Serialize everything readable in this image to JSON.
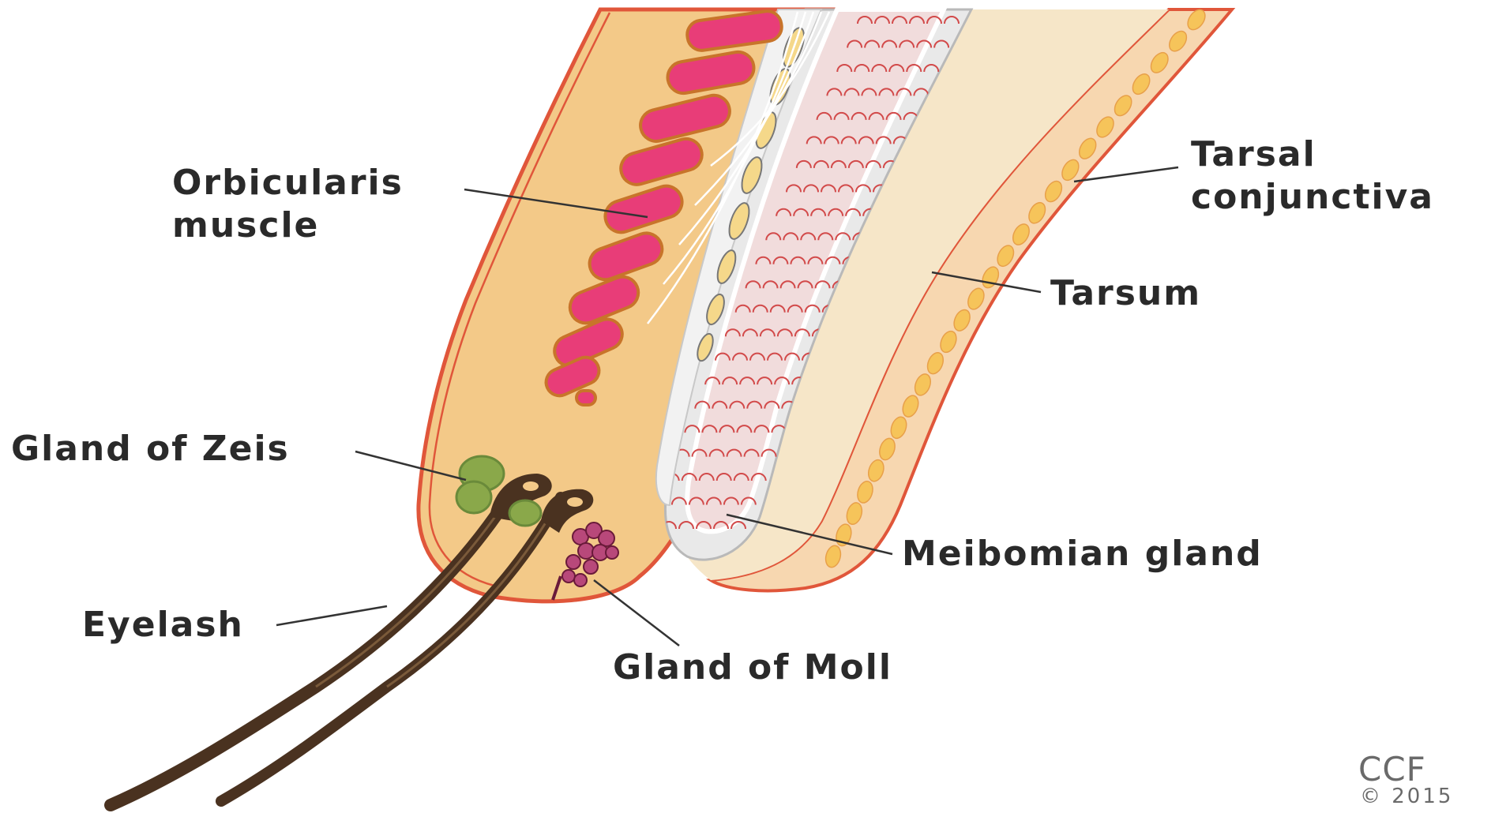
{
  "labels": {
    "orbicularis_line1": "Orbicularis",
    "orbicularis_line2": "muscle",
    "tarsal_line1": "Tarsal",
    "tarsal_line2": "conjunctiva",
    "tarsum": "Tarsum",
    "gland_of_zeis": "Gland of Zeis",
    "meibomian_gland": "Meibomian gland",
    "eyelash": "Eyelash",
    "gland_of_moll": "Gland of Moll"
  },
  "credit": {
    "logo": "CCF",
    "copyright": "© 2015"
  },
  "colors": {
    "skin": "#f3c988",
    "skin_edge": "#e0563a",
    "muscle": "#e83d78",
    "muscle_outline": "#c8742a",
    "tarsus_fill": "#e6e6e6",
    "gland_outline": "#d24a4a",
    "conjunctiva_dots": "#f6c45a",
    "zeis": "#8aa84a",
    "moll": "#8b2a5a",
    "lash": "#4a3220",
    "leader": "#333333"
  }
}
